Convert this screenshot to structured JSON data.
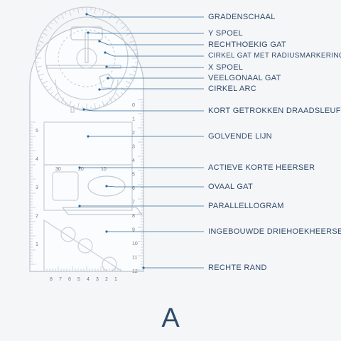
{
  "variant_letter": "A",
  "callouts": [
    {
      "id": "gradenschaal",
      "label": "GRADENSCHAAL"
    },
    {
      "id": "y-spoel",
      "label": "Y SPOEL"
    },
    {
      "id": "rechthoekig-gat",
      "label": "RECHTHOEKIG GAT"
    },
    {
      "id": "cirkel-gat",
      "label": "CIRKEL GAT MET RADIUSMARKERING"
    },
    {
      "id": "x-spoel",
      "label": "X SPOEL"
    },
    {
      "id": "veelgonaal-gat",
      "label": "VEELGONAAL GAT"
    },
    {
      "id": "cirkel-arc",
      "label": "CIRKEL ARC"
    },
    {
      "id": "kort-getrokken",
      "label": "KORT GETROKKEN DRAADSLEUF"
    },
    {
      "id": "golvende-lijn",
      "label": "GOLVENDE LIJN"
    },
    {
      "id": "actieve-korte-heerser",
      "label": "ACTIEVE KORTE HEERSER"
    },
    {
      "id": "ovaal-gat",
      "label": "OVAAL GAT"
    },
    {
      "id": "parallellogram",
      "label": "PARALLELLOGRAM"
    },
    {
      "id": "ingebouwde",
      "label": "INGEBOUWDE DRIEHOEKHEERSER"
    },
    {
      "id": "rechte-rand",
      "label": "RECHTE RAND"
    }
  ],
  "ruler": {
    "left_scale_numbers": [
      "5",
      "4",
      "3",
      "2",
      "1"
    ],
    "right_scale_numbers": [
      "0",
      "1",
      "2",
      "3",
      "4",
      "5",
      "6",
      "7",
      "8",
      "9",
      "10",
      "11",
      "12"
    ],
    "mid_scale_numbers": [
      "30",
      "20",
      "10"
    ],
    "bottom_scale_numbers": [
      "8",
      "7",
      "6",
      "5",
      "4",
      "3",
      "2",
      "1"
    ],
    "outline_color": "#b8c2cc",
    "label_color": "#2f4a6a"
  }
}
